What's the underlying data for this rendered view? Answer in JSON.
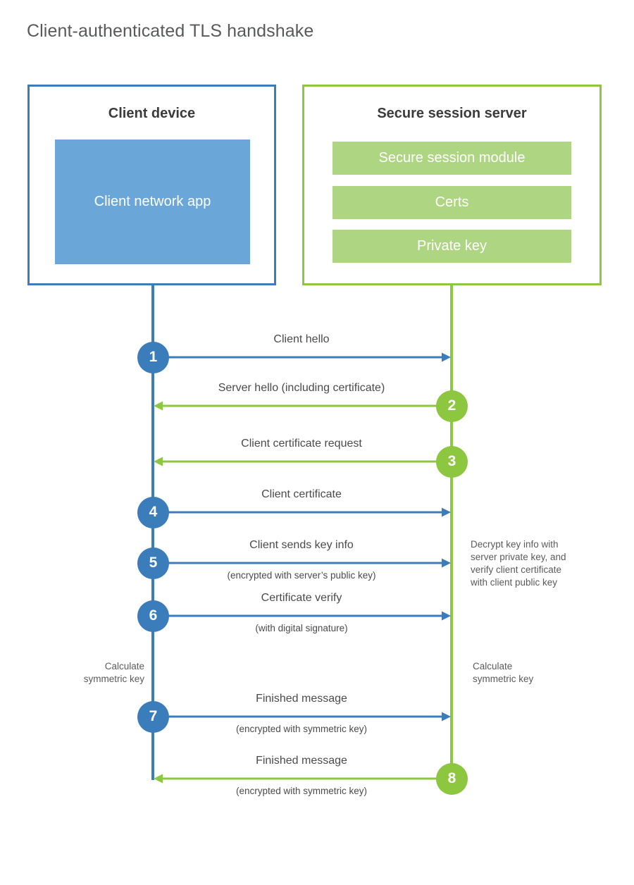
{
  "title": "Client-authenticated TLS handshake",
  "colors": {
    "client_blue": "#3b7cba",
    "client_app_fill": "#6aa6d8",
    "server_green": "#8dc63f",
    "server_bar_fill": "#aed581",
    "text_gray": "#4a4a4a",
    "title_gray": "#58595b"
  },
  "actors": {
    "client": {
      "title": "Client device",
      "app_label": "Client network\napp"
    },
    "server": {
      "title": "Secure session server",
      "components": [
        "Secure session module",
        "Certs",
        "Private key"
      ]
    }
  },
  "messages": [
    {
      "step": "1",
      "label": "Client hello",
      "sub": "",
      "direction": "client-to-server",
      "color": "#3b7cba"
    },
    {
      "step": "2",
      "label": "Server hello (including certificate)",
      "sub": "",
      "direction": "server-to-client",
      "color": "#8dc63f"
    },
    {
      "step": "3",
      "label": "Client certificate request",
      "sub": "",
      "direction": "server-to-client",
      "color": "#8dc63f"
    },
    {
      "step": "4",
      "label": "Client certificate",
      "sub": "",
      "direction": "client-to-server",
      "color": "#3b7cba"
    },
    {
      "step": "5",
      "label": "Client sends key info",
      "sub": "(encrypted with server’s public key)",
      "direction": "client-to-server",
      "color": "#3b7cba"
    },
    {
      "step": "6",
      "label": "Certificate verify",
      "sub": "(with digital signature)",
      "direction": "client-to-server",
      "color": "#3b7cba"
    },
    {
      "step": "7",
      "label": "Finished message",
      "sub": "(encrypted with symmetric key)",
      "direction": "client-to-server",
      "color": "#3b7cba"
    },
    {
      "step": "8",
      "label": "Finished message",
      "sub": "(encrypted with symmetric key)",
      "direction": "server-to-client",
      "color": "#8dc63f"
    }
  ],
  "annotations": {
    "server_decrypt": "Decrypt key info with\nserver private key, and\nverify client certificate\nwith client public key",
    "client_calculate": "Calculate\nsymmetric key",
    "server_calculate": "Calculate\nsymmetric key"
  }
}
